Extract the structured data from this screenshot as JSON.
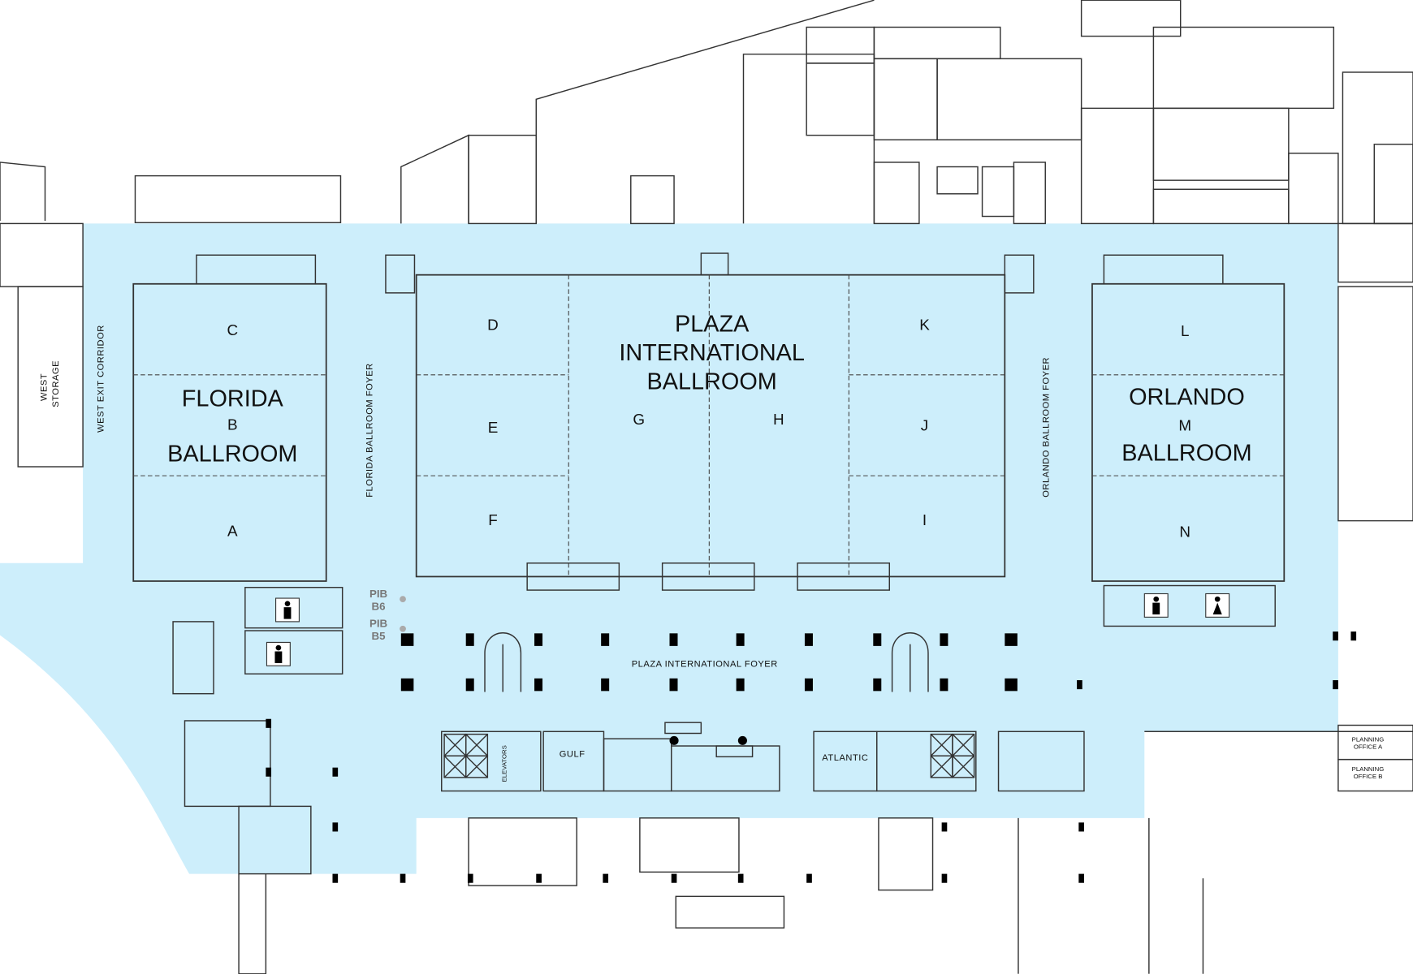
{
  "colors": {
    "event_space": "#cdeefb",
    "walls": "#333333",
    "pillar": "#000000",
    "marker": "#aaaaaa"
  },
  "rooms": {
    "florida": {
      "line1": "FLORIDA",
      "line2": "BALLROOM",
      "sections": [
        "C",
        "B",
        "A"
      ]
    },
    "plaza": {
      "line1": "PLAZA",
      "line2": "INTERNATIONAL",
      "line3": "BALLROOM",
      "sections": [
        "D",
        "E",
        "F",
        "G",
        "H",
        "K",
        "J",
        "I"
      ]
    },
    "orlando": {
      "line1": "ORLANDO",
      "line2": "BALLROOM",
      "sections": [
        "L",
        "M",
        "N"
      ]
    }
  },
  "areas": {
    "west_exit_corridor": "WEST EXIT CORRIDOR",
    "west_storage_1": "WEST",
    "west_storage_2": "STORAGE",
    "florida_foyer": "FLORIDA BALLROOM FOYER",
    "orlando_foyer": "ORLANDO BALLROOM FOYER",
    "plaza_foyer": "PLAZA INTERNATIONAL FOYER",
    "elevators": "ELEVATORS",
    "gulf": "GULF",
    "atlantic": "ATLANTIC",
    "planning_a_1": "PLANNING",
    "planning_a_2": "OFFICE A",
    "planning_b_1": "PLANNING",
    "planning_b_2": "OFFICE B"
  },
  "markers": [
    {
      "line1": "PIB",
      "line2": "B6"
    },
    {
      "line1": "PIB",
      "line2": "B5"
    }
  ],
  "icons": [
    "restroom-men-icon",
    "restroom-women-icon",
    "elevator-icon",
    "escalator-icon",
    "stairs-icon"
  ]
}
